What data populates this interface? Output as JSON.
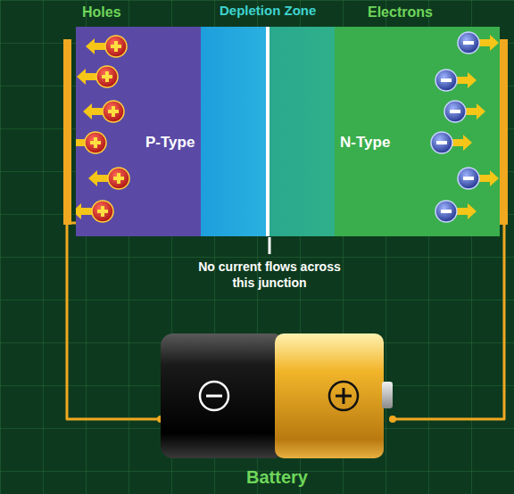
{
  "diagram": {
    "nodes": [
      {
        "text": [
          "P-Type"
        ]
      },
      {
        "text": [
          "Depletion Zone"
        ]
      },
      {
        "text": [
          "N-Type"
        ]
      },
      {
        "text": [
          "Battery"
        ]
      }
    ],
    "edges": [
      {
        "from": 0,
        "to": 3,
        "arrow": "none"
      },
      {
        "from": 2,
        "to": 3,
        "arrow": "none"
      }
    ],
    "labels": [
      "Holes",
      "Electrons",
      "No current flows across this junction"
    ]
  }
}
